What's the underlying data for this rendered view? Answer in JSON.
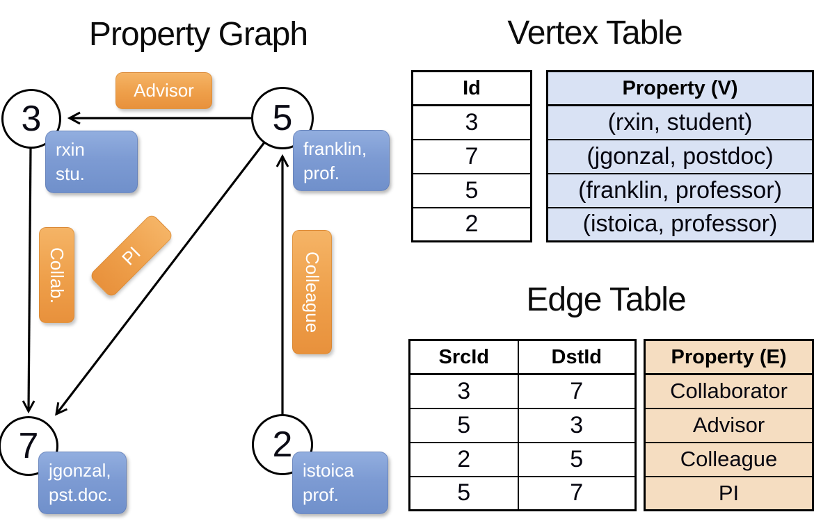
{
  "graph": {
    "title": "Property Graph",
    "nodes": [
      {
        "id": "3",
        "prop_line1": "rxin",
        "prop_line2": "stu."
      },
      {
        "id": "5",
        "prop_line1": "franklin,",
        "prop_line2": "prof."
      },
      {
        "id": "7",
        "prop_line1": "jgonzal,",
        "prop_line2": "pst.doc."
      },
      {
        "id": "2",
        "prop_line1": "istoica",
        "prop_line2": "prof."
      }
    ],
    "edges": [
      {
        "from": "5",
        "to": "3",
        "label": "Advisor"
      },
      {
        "from": "3",
        "to": "7",
        "label": "Collab."
      },
      {
        "from": "5",
        "to": "7",
        "label": "PI"
      },
      {
        "from": "2",
        "to": "5",
        "label": "Colleague"
      }
    ]
  },
  "vertex_table": {
    "title": "Vertex Table",
    "headers": {
      "id": "Id",
      "property": "Property (V)"
    },
    "rows": [
      {
        "id": "3",
        "property": "(rxin, student)"
      },
      {
        "id": "7",
        "property": "(jgonzal, postdoc)"
      },
      {
        "id": "5",
        "property": "(franklin, professor)"
      },
      {
        "id": "2",
        "property": "(istoica, professor)"
      }
    ]
  },
  "edge_table": {
    "title": "Edge Table",
    "headers": {
      "src": "SrcId",
      "dst": "DstId",
      "property": "Property (E)"
    },
    "rows": [
      {
        "src": "3",
        "dst": "7",
        "property": "Collaborator"
      },
      {
        "src": "5",
        "dst": "3",
        "property": "Advisor"
      },
      {
        "src": "2",
        "dst": "5",
        "property": "Colleague"
      },
      {
        "src": "5",
        "dst": "7",
        "property": "PI"
      }
    ]
  },
  "colors": {
    "edge_label_orange": "#EE9F4A",
    "vertex_label_blue": "#7D9BD3",
    "vertex_property_cell": "#D9E2F4",
    "edge_property_cell": "#F5DDC1",
    "graph_line": "#000000"
  }
}
